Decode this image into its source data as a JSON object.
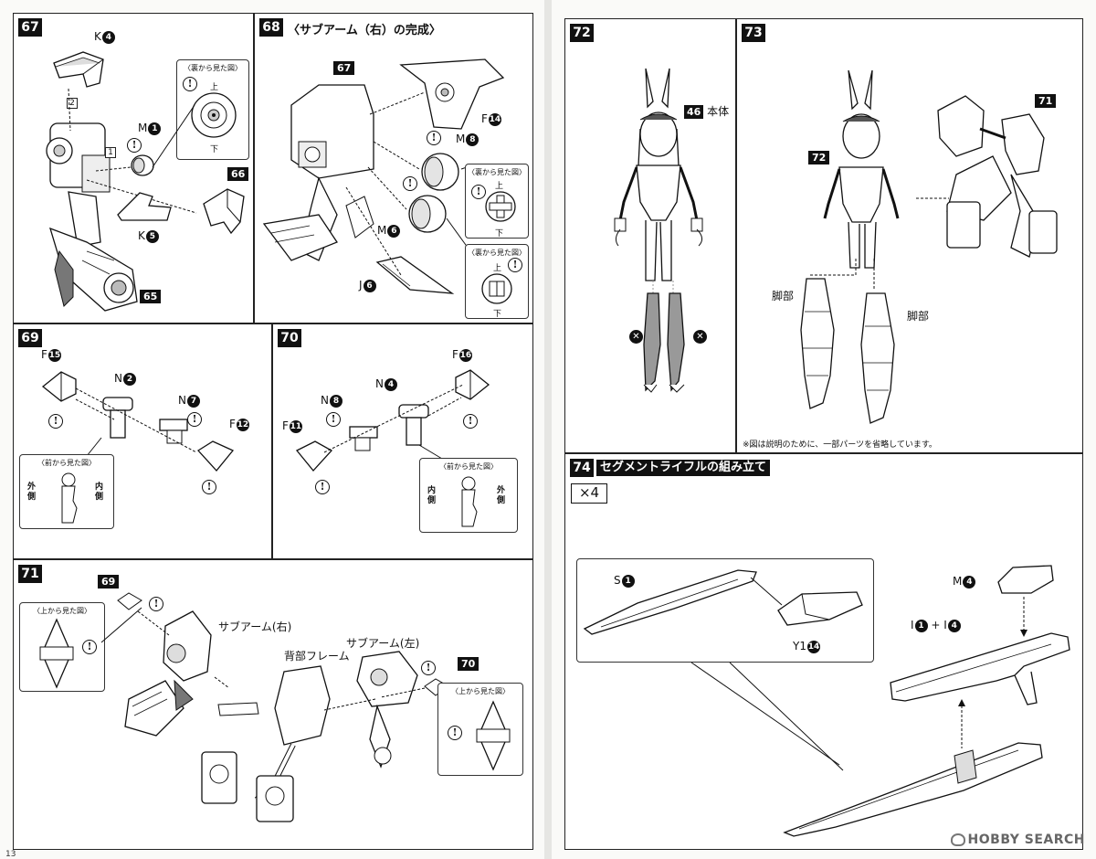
{
  "left_page": {
    "page_number": "13"
  },
  "panels": {
    "p67": {
      "step": "67",
      "labels": {
        "k4_letter": "K",
        "k4_num": "4",
        "m1_letter": "M",
        "m1_num": "1",
        "k5_letter": "K",
        "k5_num": "5"
      },
      "order": [
        "2",
        "1"
      ],
      "ref_66": "66",
      "ref_65": "65",
      "inset": {
        "title": "〈裏から見た図〉",
        "top": "上",
        "bottom": "下"
      }
    },
    "p68": {
      "step": "68",
      "title": "〈サブアーム（右）の完成〉",
      "ref_67": "67",
      "labels": {
        "f14_letter": "F",
        "f14_num": "14",
        "m8_letter": "M",
        "m8_num": "8",
        "m6_letter": "M",
        "m6_num": "6",
        "j6_letter": "J",
        "j6_num": "6"
      },
      "inset_a": {
        "title": "〈裏から見た図〉",
        "top": "上",
        "bottom": "下"
      },
      "inset_b": {
        "title": "〈裏から見た図〉",
        "top": "上",
        "bottom": "下"
      }
    },
    "p69": {
      "step": "69",
      "labels": {
        "f15_letter": "F",
        "f15_num": "15",
        "n2_letter": "N",
        "n2_num": "2",
        "n7_letter": "N",
        "n7_num": "7",
        "f12_letter": "F",
        "f12_num": "12"
      },
      "inset": {
        "title": "〈前から見た図〉",
        "outer": "外側",
        "inner": "内側"
      }
    },
    "p70": {
      "step": "70",
      "labels": {
        "f16_letter": "F",
        "f16_num": "16",
        "n8_letter": "N",
        "n8_num": "8",
        "n4_letter": "N",
        "n4_num": "4",
        "f11_letter": "F",
        "f11_num": "11"
      },
      "inset": {
        "title": "〈前から見た図〉",
        "inner": "内側",
        "outer": "外側"
      }
    },
    "p71": {
      "step": "71",
      "ref_69": "69",
      "ref_70": "70",
      "sub_arm_right": "サブアーム(右)",
      "back_frame": "背部フレーム",
      "sub_arm_left": "サブアーム(左)",
      "inset_a": {
        "title": "〈上から見た図〉"
      },
      "inset_b": {
        "title": "〈上から見た図〉"
      }
    },
    "p72": {
      "step": "72",
      "ref_46": "46",
      "body_label": "本体"
    },
    "p73": {
      "step": "73",
      "ref_71": "71",
      "ref_72": "72",
      "leg_label": "脚部",
      "note": "※図は説明のために、一部パーツを省略しています。"
    },
    "p74": {
      "step": "74",
      "title": "セグメントライフルの組み立て",
      "multiplier": "×4",
      "labels": {
        "s1_letter": "S",
        "s1_num": "1",
        "y14_letter": "Y1",
        "y14_num": "14",
        "m4_letter": "M",
        "m4_num": "4",
        "i_letter": "I",
        "i_num1": "1",
        "i_plus": "+",
        "i_letter2": "I",
        "i_num2": "4"
      }
    }
  },
  "watermark": "HOBBY SEARCH"
}
